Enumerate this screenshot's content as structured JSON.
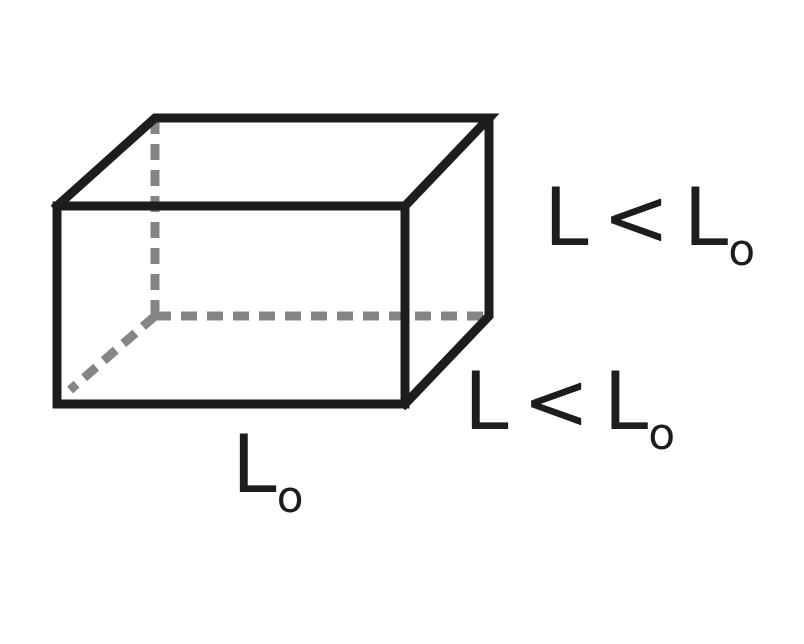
{
  "labels": {
    "base_length": {
      "main": "L",
      "subscript": "o"
    },
    "height_relation": {
      "lhs": "L",
      "op": "<",
      "rhs": "L",
      "subscript": "o"
    },
    "depth_relation": {
      "lhs": "L",
      "op": "<",
      "rhs": "L",
      "subscript": "o"
    }
  },
  "colors": {
    "solid_edge": "#1d1d1b",
    "hidden_edge": "#858585",
    "background": "#ffffff"
  }
}
